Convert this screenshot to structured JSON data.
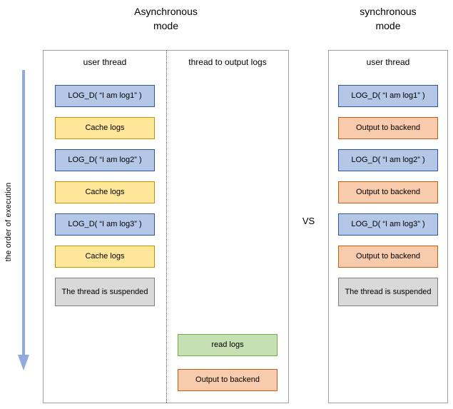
{
  "axis": {
    "label": "the order of execution"
  },
  "vs_label": "VS",
  "async_panel": {
    "title": "Asynchronous\nmode",
    "user_thread_header": "user thread",
    "output_thread_header": "thread to output logs",
    "user_steps": [
      {
        "label": "LOG_D( “I am log1” )",
        "type": "log"
      },
      {
        "label": "Cache logs",
        "type": "cache"
      },
      {
        "label": "LOG_D( “I am log2” )",
        "type": "log"
      },
      {
        "label": "Cache logs",
        "type": "cache"
      },
      {
        "label": "LOG_D( “I am log3” )",
        "type": "log"
      },
      {
        "label": "Cache logs",
        "type": "cache"
      },
      {
        "label": "The thread is suspended",
        "type": "suspended"
      }
    ],
    "output_steps": [
      {
        "label": "read logs",
        "type": "read"
      },
      {
        "label": "Output to backend",
        "type": "output"
      }
    ]
  },
  "sync_panel": {
    "title": "synchronous\nmode",
    "user_thread_header": "user thread",
    "steps": [
      {
        "label": "LOG_D( “I am log1” )",
        "type": "log"
      },
      {
        "label": "Output to backend",
        "type": "output"
      },
      {
        "label": "LOG_D( “I am log2” )",
        "type": "log"
      },
      {
        "label": "Output to backend",
        "type": "output"
      },
      {
        "label": "LOG_D( “I am log3” )",
        "type": "log"
      },
      {
        "label": "Output to backend",
        "type": "output"
      },
      {
        "label": "The thread is suspended",
        "type": "suspended"
      }
    ]
  },
  "colors": {
    "log_fill": "#b4c7e7",
    "log_border": "#2f5597",
    "cache_fill": "#ffe699",
    "cache_border": "#bf9000",
    "output_fill": "#f8cbad",
    "output_border": "#c55a11",
    "read_fill": "#c6e0b4",
    "read_border": "#70ad47",
    "suspended_fill": "#d9d9d9",
    "suspended_border": "#7f7f7f",
    "arrow": "#8faadc"
  }
}
